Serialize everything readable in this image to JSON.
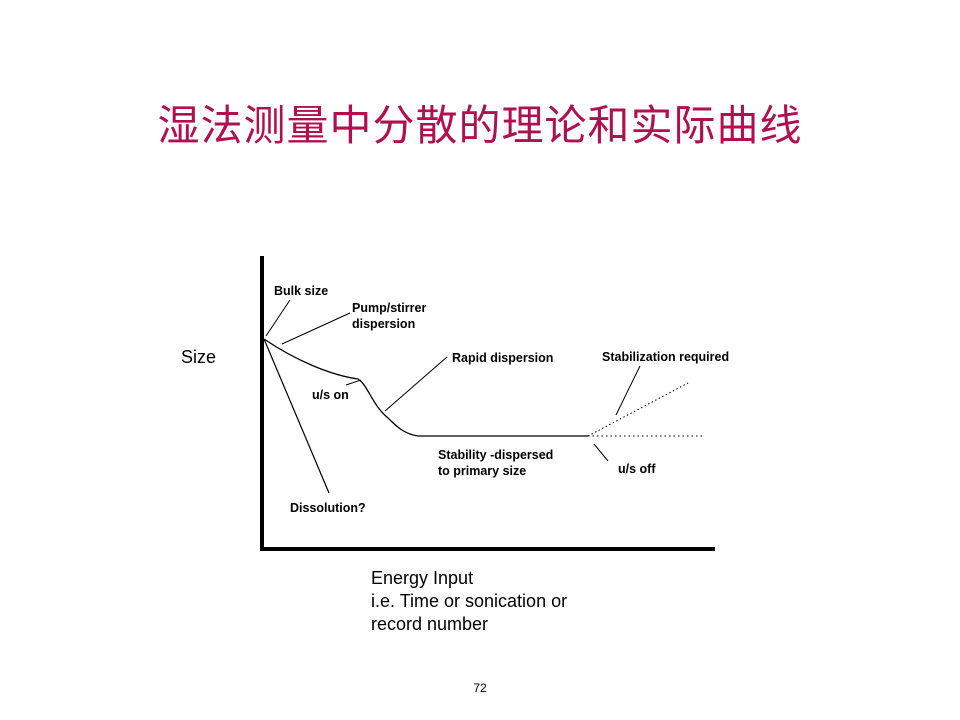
{
  "slide": {
    "title": "湿法测量中分散的理论和实际曲线",
    "page_number": "72"
  },
  "diagram": {
    "y_axis_label": "Size",
    "x_axis_label_lines": [
      "Energy Input",
      "i.e. Time or sonication or",
      "record number"
    ],
    "annotations": {
      "bulk_size": "Bulk size",
      "pump_stirrer": [
        "Pump/stirrer",
        "dispersion"
      ],
      "us_on": "u/s on",
      "rapid_dispersion": "Rapid dispersion",
      "stabilization_required": "Stabilization required",
      "stability": [
        "Stability -dispersed",
        "to primary size"
      ],
      "us_off": "u/s off",
      "dissolution": "Dissolution?"
    }
  }
}
